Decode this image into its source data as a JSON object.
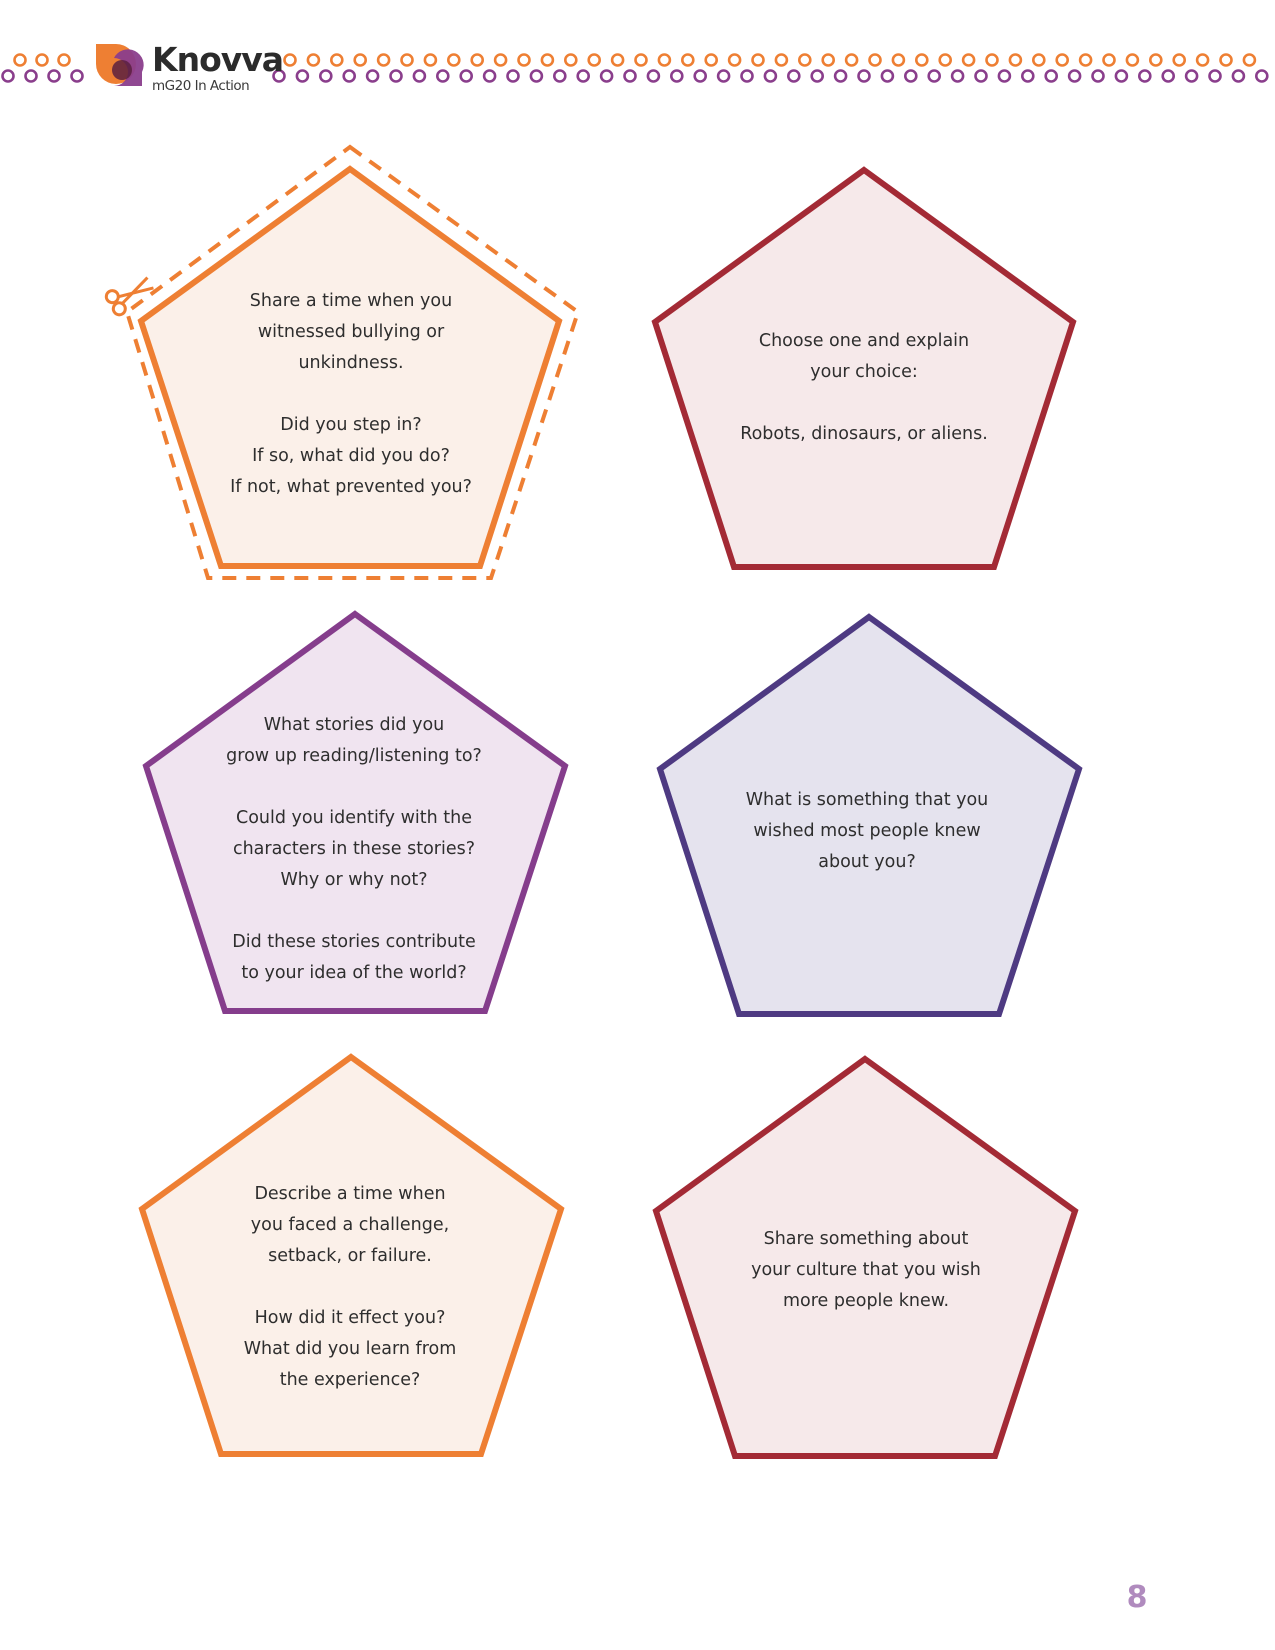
{
  "header": {
    "brand": "Knovva",
    "tagline": "mG20 In Action",
    "dot_colors": {
      "orange": "#ee7f33",
      "purple": "#8a3e8c"
    }
  },
  "cards": [
    {
      "id": "bullying",
      "text": "Share a time when you\nwitnessed bullying or\nunkindness.\n\nDid you step in?\nIf so, what did you do?\nIf not, what prevented you?",
      "stroke": "#ee7f33",
      "fill": "#fbf0e9",
      "cut_line": true
    },
    {
      "id": "choice",
      "text": "Choose one and explain\nyour choice:\n\nRobots, dinosaurs, or aliens.",
      "stroke": "#a32a35",
      "fill": "#f6e9ea"
    },
    {
      "id": "stories",
      "text": "What stories did you\ngrow up reading/listening to?\n\nCould you identify with the\ncharacters in these stories?\nWhy or why not?\n\nDid these stories contribute\nto your idea of the world?",
      "stroke": "#853d8c",
      "fill": "#f0e4f0"
    },
    {
      "id": "something",
      "text": "What is something that you\nwished most people knew\nabout you?",
      "stroke": "#4e3a82",
      "fill": "#e5e3ee"
    },
    {
      "id": "challenge",
      "text": "Describe a time when\nyou faced a challenge,\nsetback, or failure.\n\nHow did it effect you?\nWhat did you learn from\nthe experience?",
      "stroke": "#ee7f33",
      "fill": "#fbf0e9"
    },
    {
      "id": "culture",
      "text": "Share something about\nyour culture that you wish\nmore people knew.",
      "stroke": "#a32a35",
      "fill": "#f6e9ea"
    }
  ],
  "icons": {
    "cut_line_marker": "scissors-icon"
  },
  "page_number": "8"
}
